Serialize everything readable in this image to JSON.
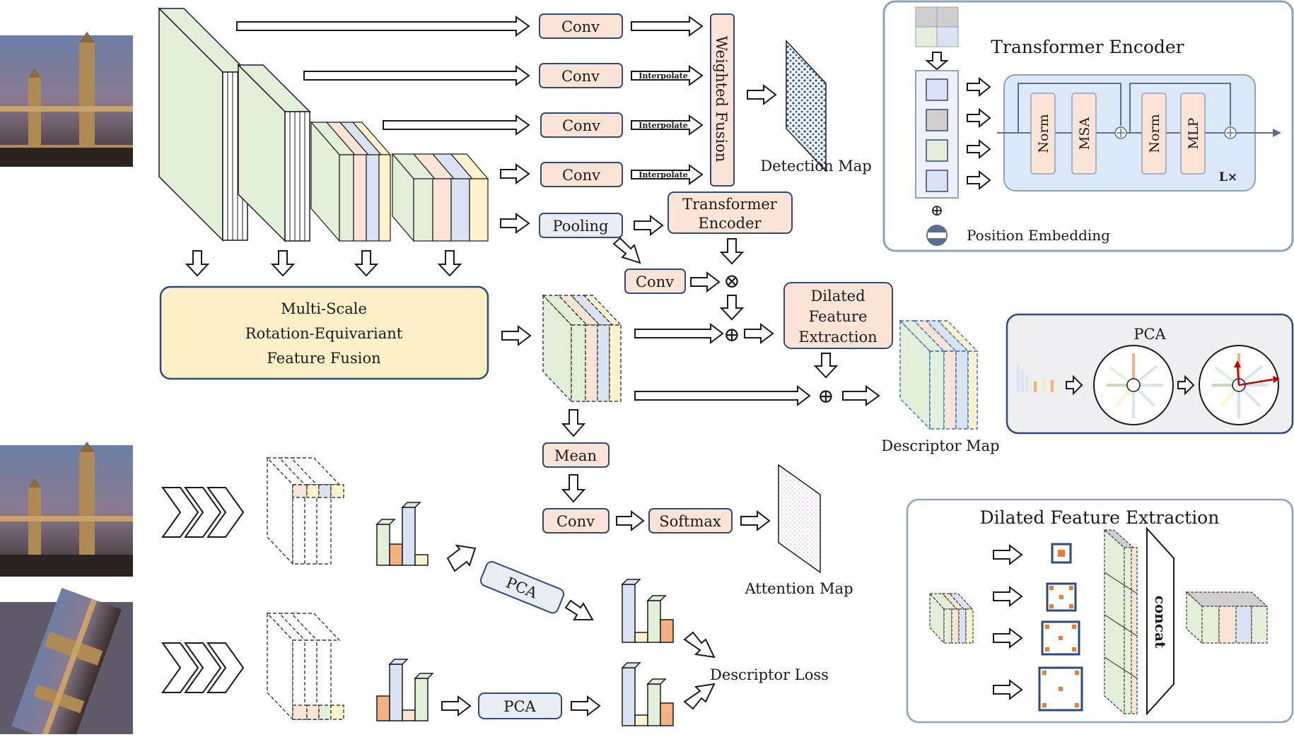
{
  "labels": {
    "conv": "Conv",
    "interpolate": "Interpolate",
    "weighted_fusion": "Weighted Fusion",
    "detection_map": "Detection Map",
    "pooling": "Pooling",
    "transformer_encoder_box": [
      "Transformer",
      "Encoder"
    ],
    "msrf": [
      "Multi-Scale",
      "Rotation-Equivariant",
      "Feature Fusion"
    ],
    "dilated_box": [
      "Dilated",
      "Feature",
      "Extraction"
    ],
    "descriptor_map": "Descriptor Map",
    "mean": "Mean",
    "softmax": "Softmax",
    "attention_map": "Attention Map",
    "pca": "PCA",
    "descriptor_loss": "Descriptor Loss",
    "otimes": "⊗",
    "oplus": "⊕"
  },
  "transformer_panel": {
    "title": "Transformer Encoder",
    "norm": "Norm",
    "msa": "MSA",
    "mlp": "MLP",
    "repeat": "L×",
    "position_embedding": "Position Embedding"
  },
  "pca_panel": {
    "title": "PCA"
  },
  "dilated_panel": {
    "title": "Dilated Feature Extraction",
    "concat": "concat"
  },
  "colors": {
    "green": "#e2efd9",
    "orange": "#fbe3d6",
    "blue": "#dae3f3",
    "yellow": "#fff2cc",
    "gray": "#d0cece",
    "navy": "#2e4a7d",
    "panel_blue": "#dae8f8",
    "fusion_yellow": "#fdf0c8"
  }
}
